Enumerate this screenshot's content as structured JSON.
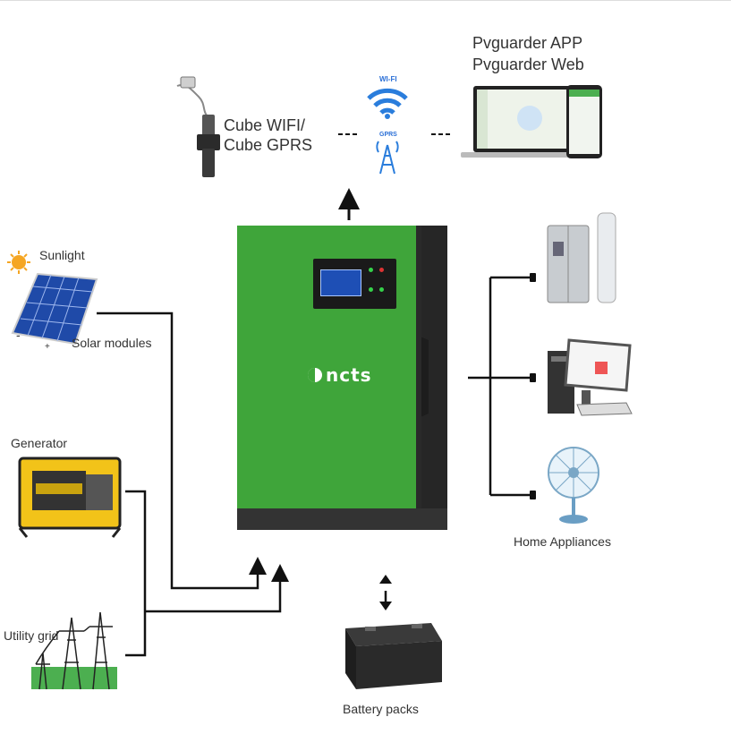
{
  "cloud": {
    "app_label": "Pvguarder APP",
    "web_label": "Pvguarder Web",
    "wifi_label": "WI-FI",
    "gprs_label": "GPRS",
    "cube_line1": "Cube WIFI/",
    "cube_line2": "Cube GPRS"
  },
  "inputs": {
    "sunlight": "Sunlight",
    "solar_modules": "Solar modules",
    "minus": "-",
    "plus": "+",
    "generator": "Generator",
    "utility_grid": "Utility grid"
  },
  "inverter": {
    "brand": "ncts",
    "body_color": "#3fa53a",
    "frame_color": "#2e2e2e"
  },
  "outputs": {
    "home_appliances": "Home Appliances",
    "battery_packs": "Battery packs"
  }
}
